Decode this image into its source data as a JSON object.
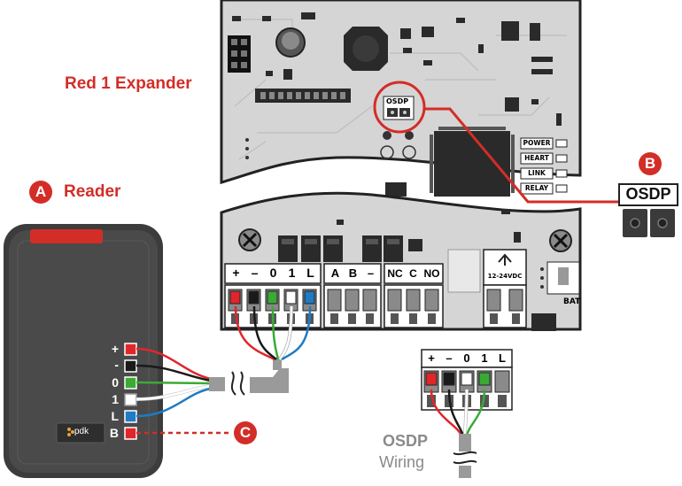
{
  "expander": {
    "title": "Red 1 Expander",
    "osdp_chip_label": "OSDP",
    "leds": [
      "POWER",
      "HEART",
      "LINK",
      "RELAY"
    ],
    "terminal_labels": {
      "reader": [
        "+",
        "–",
        "0",
        "1",
        "L"
      ],
      "rs485": [
        "A",
        "B",
        "–"
      ],
      "relay": [
        "NC",
        "C",
        "NO"
      ],
      "power": "12-24VDC",
      "battery": "BAT"
    }
  },
  "reader": {
    "badge": "A",
    "title": "Reader",
    "logo": "pdk",
    "wires": [
      "+",
      "-",
      "0",
      "1",
      "L",
      "B"
    ]
  },
  "callout_b": {
    "badge": "B",
    "title": "OSDP"
  },
  "callout_c": {
    "badge": "C"
  },
  "osdp_wiring": {
    "terminal_labels": [
      "+",
      "–",
      "0",
      "1",
      "L"
    ],
    "caption_line1": "OSDP",
    "caption_line2": "Wiring"
  },
  "colors": {
    "accent_red": "#d32d27",
    "board_gray": "#d5d5d5",
    "reader_body": "#3c3c3c",
    "wire_red": "#e0262b",
    "wire_black": "#1a1a1a",
    "wire_green": "#3aaa35",
    "wire_white": "#ffffff",
    "wire_blue": "#1f7bc4",
    "cable_gray": "#9a9a9a"
  }
}
